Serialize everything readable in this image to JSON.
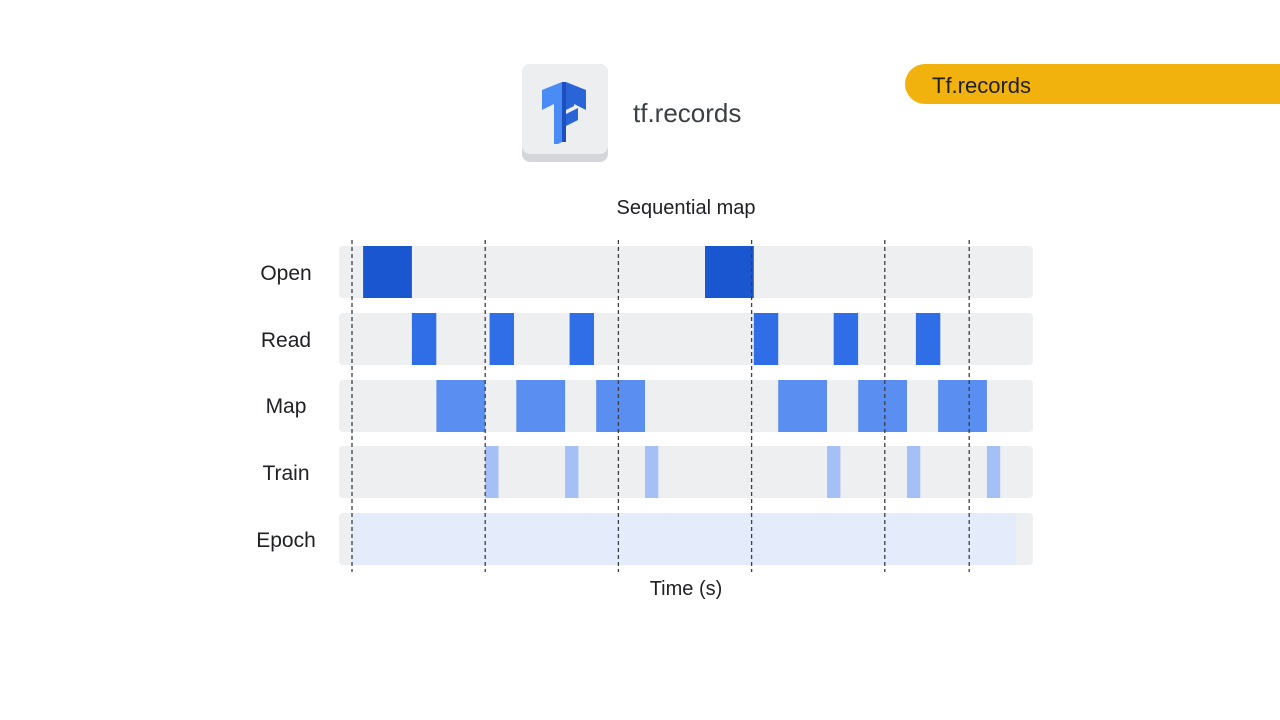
{
  "header": {
    "tag_label": "Tf.records",
    "logo_text": "tf.records",
    "tag_color": "#f2b20d"
  },
  "chart_data": {
    "type": "gantt",
    "title": "Sequential map",
    "xlabel": "Time (s)",
    "rows": [
      "Open",
      "Read",
      "Map",
      "Train",
      "Epoch"
    ],
    "colors": {
      "Open": "#1a56cf",
      "Read": "#2f6ee6",
      "Map": "#5a8ef0",
      "Train": "#a4c0f4",
      "Epoch": "#e4ebfb",
      "track": "#eeeff0"
    },
    "dividers": [
      0,
      30,
      60,
      90,
      120,
      139
    ],
    "spans": {
      "Open": [
        [
          2.5,
          13.5
        ],
        [
          79.5,
          90.5
        ]
      ],
      "Read": [
        [
          13.5,
          19
        ],
        [
          31,
          36.5
        ],
        [
          49,
          54.5
        ],
        [
          90.5,
          96
        ],
        [
          108.5,
          114
        ],
        [
          127,
          132.5
        ]
      ],
      "Map": [
        [
          19,
          30
        ],
        [
          37,
          48
        ],
        [
          55,
          66
        ],
        [
          96,
          107
        ],
        [
          114,
          125
        ],
        [
          132,
          143
        ]
      ],
      "Train": [
        [
          30,
          33
        ],
        [
          48,
          51
        ],
        [
          66,
          69
        ],
        [
          107,
          110
        ],
        [
          125,
          128
        ],
        [
          143,
          146
        ]
      ]
    }
  }
}
